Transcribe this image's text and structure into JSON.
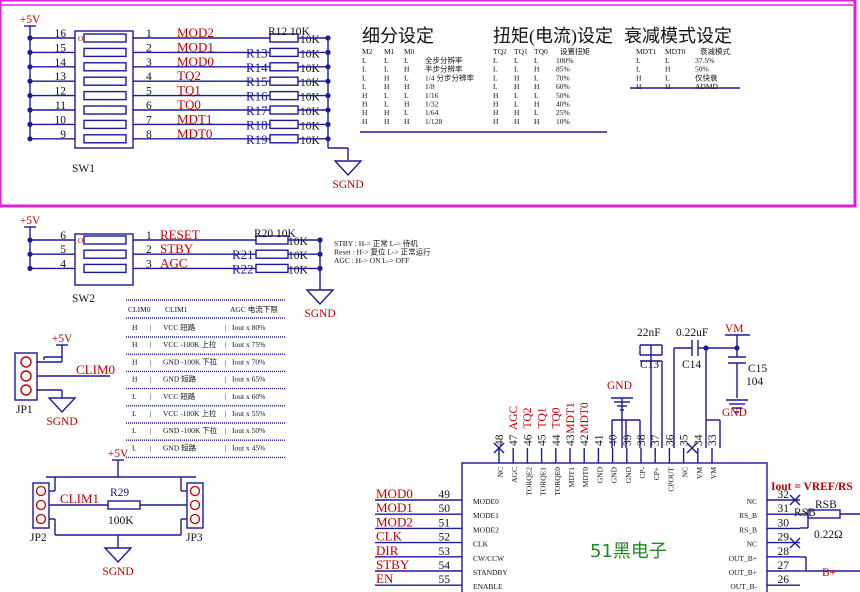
{
  "sw1": {
    "power": "+5V",
    "on": "ON",
    "name": "SW1",
    "rows": [
      {
        "left": "16",
        "right": "1",
        "net": "MOD2",
        "res": "R12",
        "val": "10K"
      },
      {
        "left": "15",
        "right": "2",
        "net": "MOD1",
        "res": "R13",
        "val": "10K"
      },
      {
        "left": "14",
        "right": "3",
        "net": "MOD0",
        "res": "R14",
        "val": "10K"
      },
      {
        "left": "13",
        "right": "4",
        "net": "TQ2",
        "res": "R15",
        "val": "10K"
      },
      {
        "left": "12",
        "right": "5",
        "net": "TQ1",
        "res": "R16",
        "val": "10K"
      },
      {
        "left": "11",
        "right": "6",
        "net": "TQ0",
        "res": "R17",
        "val": "10K"
      },
      {
        "left": "10",
        "right": "7",
        "net": "MDT1",
        "res": "R18",
        "val": "10K"
      },
      {
        "left": "9",
        "right": "8",
        "net": "MDT0",
        "res": "R19",
        "val": "10K"
      }
    ],
    "gnd": "SGND"
  },
  "tables": {
    "microstep": {
      "title": "细分设定",
      "headers": [
        "M2",
        "M1",
        "M0"
      ],
      "rows": [
        [
          "L",
          "L",
          "L",
          "全步分辨率"
        ],
        [
          "L",
          "L",
          "H",
          "半步分辨率"
        ],
        [
          "L",
          "H",
          "L",
          "1/4 分步分辨率"
        ],
        [
          "L",
          "H",
          "H",
          "1/8"
        ],
        [
          "H",
          "L",
          "L",
          "1/16"
        ],
        [
          "H",
          "L",
          "H",
          "1/32"
        ],
        [
          "H",
          "H",
          "L",
          "1/64"
        ],
        [
          "H",
          "H",
          "H",
          "1/128"
        ]
      ]
    },
    "torque": {
      "title": "扭矩(电流)设定",
      "headers": [
        "TQ2",
        "TQ1",
        "TQ0",
        "设置扭矩"
      ],
      "rows": [
        [
          "L",
          "L",
          "L",
          "100%"
        ],
        [
          "L",
          "L",
          "H",
          "85%"
        ],
        [
          "L",
          "H",
          "L",
          "70%"
        ],
        [
          "L",
          "H",
          "H",
          "60%"
        ],
        [
          "H",
          "L",
          "L",
          "50%"
        ],
        [
          "H",
          "L",
          "H",
          "40%"
        ],
        [
          "H",
          "H",
          "L",
          "25%"
        ],
        [
          "H",
          "H",
          "H",
          "10%"
        ]
      ]
    },
    "decay": {
      "title": "衰减模式设定",
      "headers": [
        "MDT1",
        "MDT0",
        "衰减模式"
      ],
      "rows": [
        [
          "L",
          "L",
          "37.5%"
        ],
        [
          "L",
          "H",
          "50%"
        ],
        [
          "H",
          "L",
          "仅快衰"
        ],
        [
          "H",
          "H",
          "ADMD"
        ]
      ]
    }
  },
  "sw2": {
    "power": "+5V",
    "on": "ON",
    "name": "SW2",
    "rows": [
      {
        "left": "6",
        "right": "1",
        "net": "RESET",
        "res": "R20",
        "val": "10K"
      },
      {
        "left": "5",
        "right": "2",
        "net": "STBY",
        "res": "R21",
        "val": "10K"
      },
      {
        "left": "4",
        "right": "3",
        "net": "AGC",
        "res": "R22",
        "val": "10K"
      }
    ],
    "gnd": "SGND",
    "notes": [
      "STBY   : H-> 正常   L-> 待机",
      "Reset : H-> 复位   L-> 正常运行",
      "AGC    : H-> ON     L-> OFF"
    ]
  },
  "clim_table": {
    "header": [
      "CLIM0",
      "CLIM1",
      "AGC 电流下限"
    ],
    "rows": [
      [
        "H",
        "VCC 短路",
        "Iout x 80%"
      ],
      [
        "H",
        "VCC -100K 上拉",
        "Iout x 75%"
      ],
      [
        "H",
        "GND -100K 下拉",
        "Iout x 70%"
      ],
      [
        "H",
        "GND 短路",
        "Iout x 65%"
      ],
      [
        "L",
        "VCC 短路",
        "Iout x 60%"
      ],
      [
        "L",
        "VCC -100K 上拉",
        "Iout x 55%"
      ],
      [
        "L",
        "GND -100K 下拉",
        "Iout x 50%"
      ],
      [
        "L",
        "GND 短路",
        "Iout x 45%"
      ]
    ]
  },
  "jp1": {
    "name": "JP1",
    "power": "+5V",
    "net": "CLIM0",
    "gnd": "SGND"
  },
  "jp23": {
    "power": "+5V",
    "net": "CLIM1",
    "res": "R29",
    "val": "100K",
    "left": "JP2",
    "right": "JP3",
    "gnd": "SGND"
  },
  "caps": {
    "c13": {
      "name": "C13",
      "val": "22nF"
    },
    "c14": {
      "name": "C14",
      "val": "0.22uF"
    },
    "c15": {
      "name": "C15",
      "val": "104"
    },
    "vm": "VM",
    "gnd1": "GND",
    "gnd2": "GND"
  },
  "ic": {
    "brand": "51黑电子",
    "top_nets": [
      "AGC",
      "TQ2",
      "TQ1",
      "TQ0",
      "MDT1",
      "MDT0"
    ],
    "top_pins": [
      "48",
      "47",
      "46",
      "45",
      "44",
      "43",
      "42",
      "41",
      "40",
      "39",
      "38",
      "37",
      "36",
      "35",
      "34",
      "33"
    ],
    "top_labels": [
      "NC",
      "AGC",
      "TORQE2",
      "TORQE1",
      "TORQE0",
      "MDT1",
      "MDT0",
      "GND",
      "GND",
      "GND",
      "CP-",
      "CP+",
      "CPOUT",
      "NC",
      "VM",
      "VM"
    ],
    "left_pins": [
      {
        "net": "MOD0",
        "pin": "49",
        "label": "MODE0"
      },
      {
        "net": "MOD1",
        "pin": "50",
        "label": "MODE1"
      },
      {
        "net": "MOD2",
        "pin": "51",
        "label": "MODE2"
      },
      {
        "net": "CLK",
        "pin": "52",
        "label": "CLK"
      },
      {
        "net": "DIR",
        "pin": "53",
        "label": "CW/CCW"
      },
      {
        "net": "STBY",
        "pin": "54",
        "label": "STANDBY"
      },
      {
        "net": "EN",
        "pin": "55",
        "label": "ENABLE"
      }
    ],
    "right_pins": [
      {
        "pin": "32",
        "label": "NC"
      },
      {
        "pin": "31",
        "label": "RS_B"
      },
      {
        "pin": "30",
        "label": "RS_B"
      },
      {
        "pin": "29",
        "label": "NC"
      },
      {
        "pin": "28",
        "label": "OUT_B+"
      },
      {
        "pin": "27",
        "label": "OUT_B+"
      },
      {
        "pin": "26",
        "label": "OUT_B-"
      }
    ],
    "rsb": "RSB",
    "rsb_val": "0.22Ω",
    "bplus": "B+",
    "iout": "Iout = VREF/RS"
  }
}
